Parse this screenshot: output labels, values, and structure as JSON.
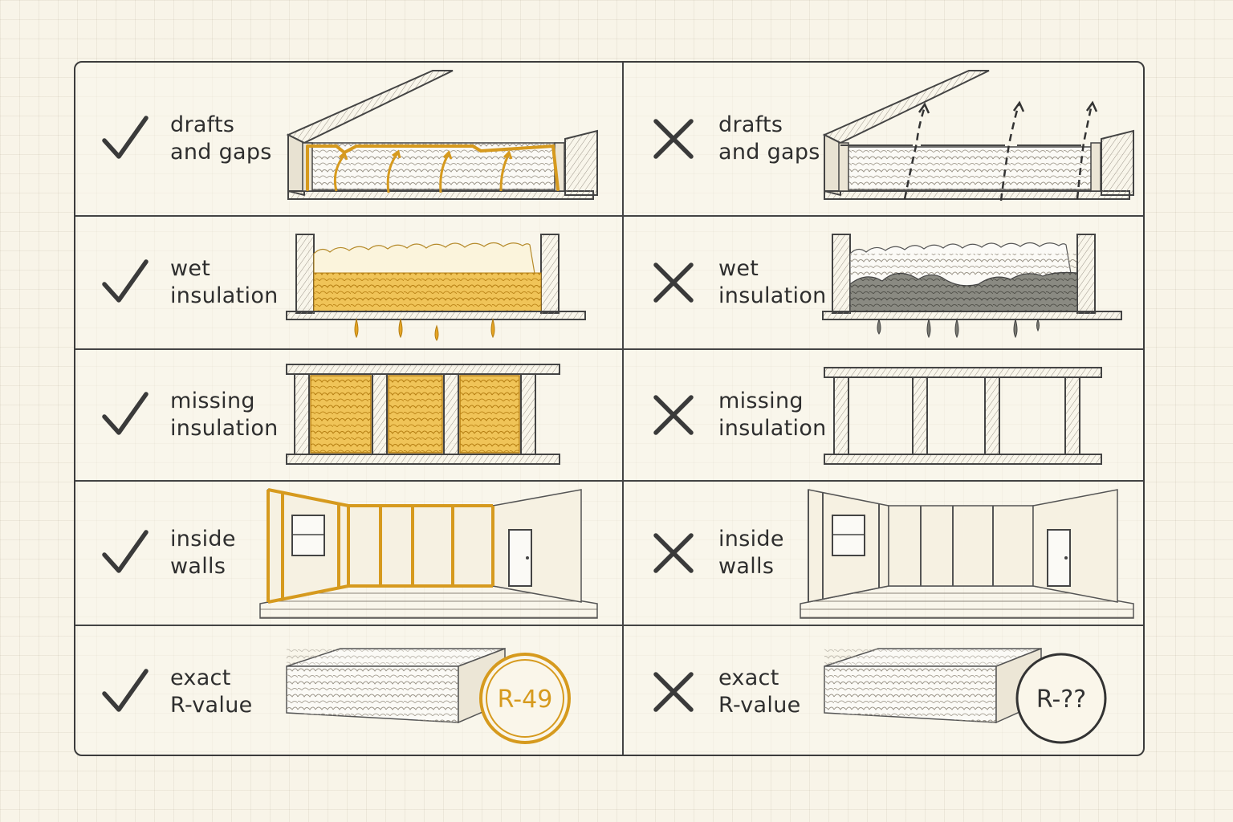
{
  "rows": [
    {
      "good": {
        "line1": "drafts",
        "line2": "and gaps"
      },
      "bad": {
        "line1": "drafts",
        "line2": "and gaps"
      }
    },
    {
      "good": {
        "line1": "wet",
        "line2": "insulation"
      },
      "bad": {
        "line1": "wet",
        "line2": "insulation"
      }
    },
    {
      "good": {
        "line1": "missing",
        "line2": "insulation"
      },
      "bad": {
        "line1": "missing",
        "line2": "insulation"
      }
    },
    {
      "good": {
        "line1": "inside",
        "line2": "walls"
      },
      "bad": {
        "line1": "inside",
        "line2": "walls"
      }
    },
    {
      "good": {
        "line1": "exact",
        "line2": "R-value",
        "badge": "R-49"
      },
      "bad": {
        "line1": "exact",
        "line2": "R-value",
        "badge": "R-??"
      }
    }
  ],
  "icons": {
    "good": "check-icon",
    "bad": "x-icon"
  },
  "colors": {
    "accent": "#d69a1e",
    "ink": "#3a3a3a",
    "background": "#f8f4e8",
    "insulation_fill": "#f0c458",
    "wet_fill": "#7a7a72"
  }
}
